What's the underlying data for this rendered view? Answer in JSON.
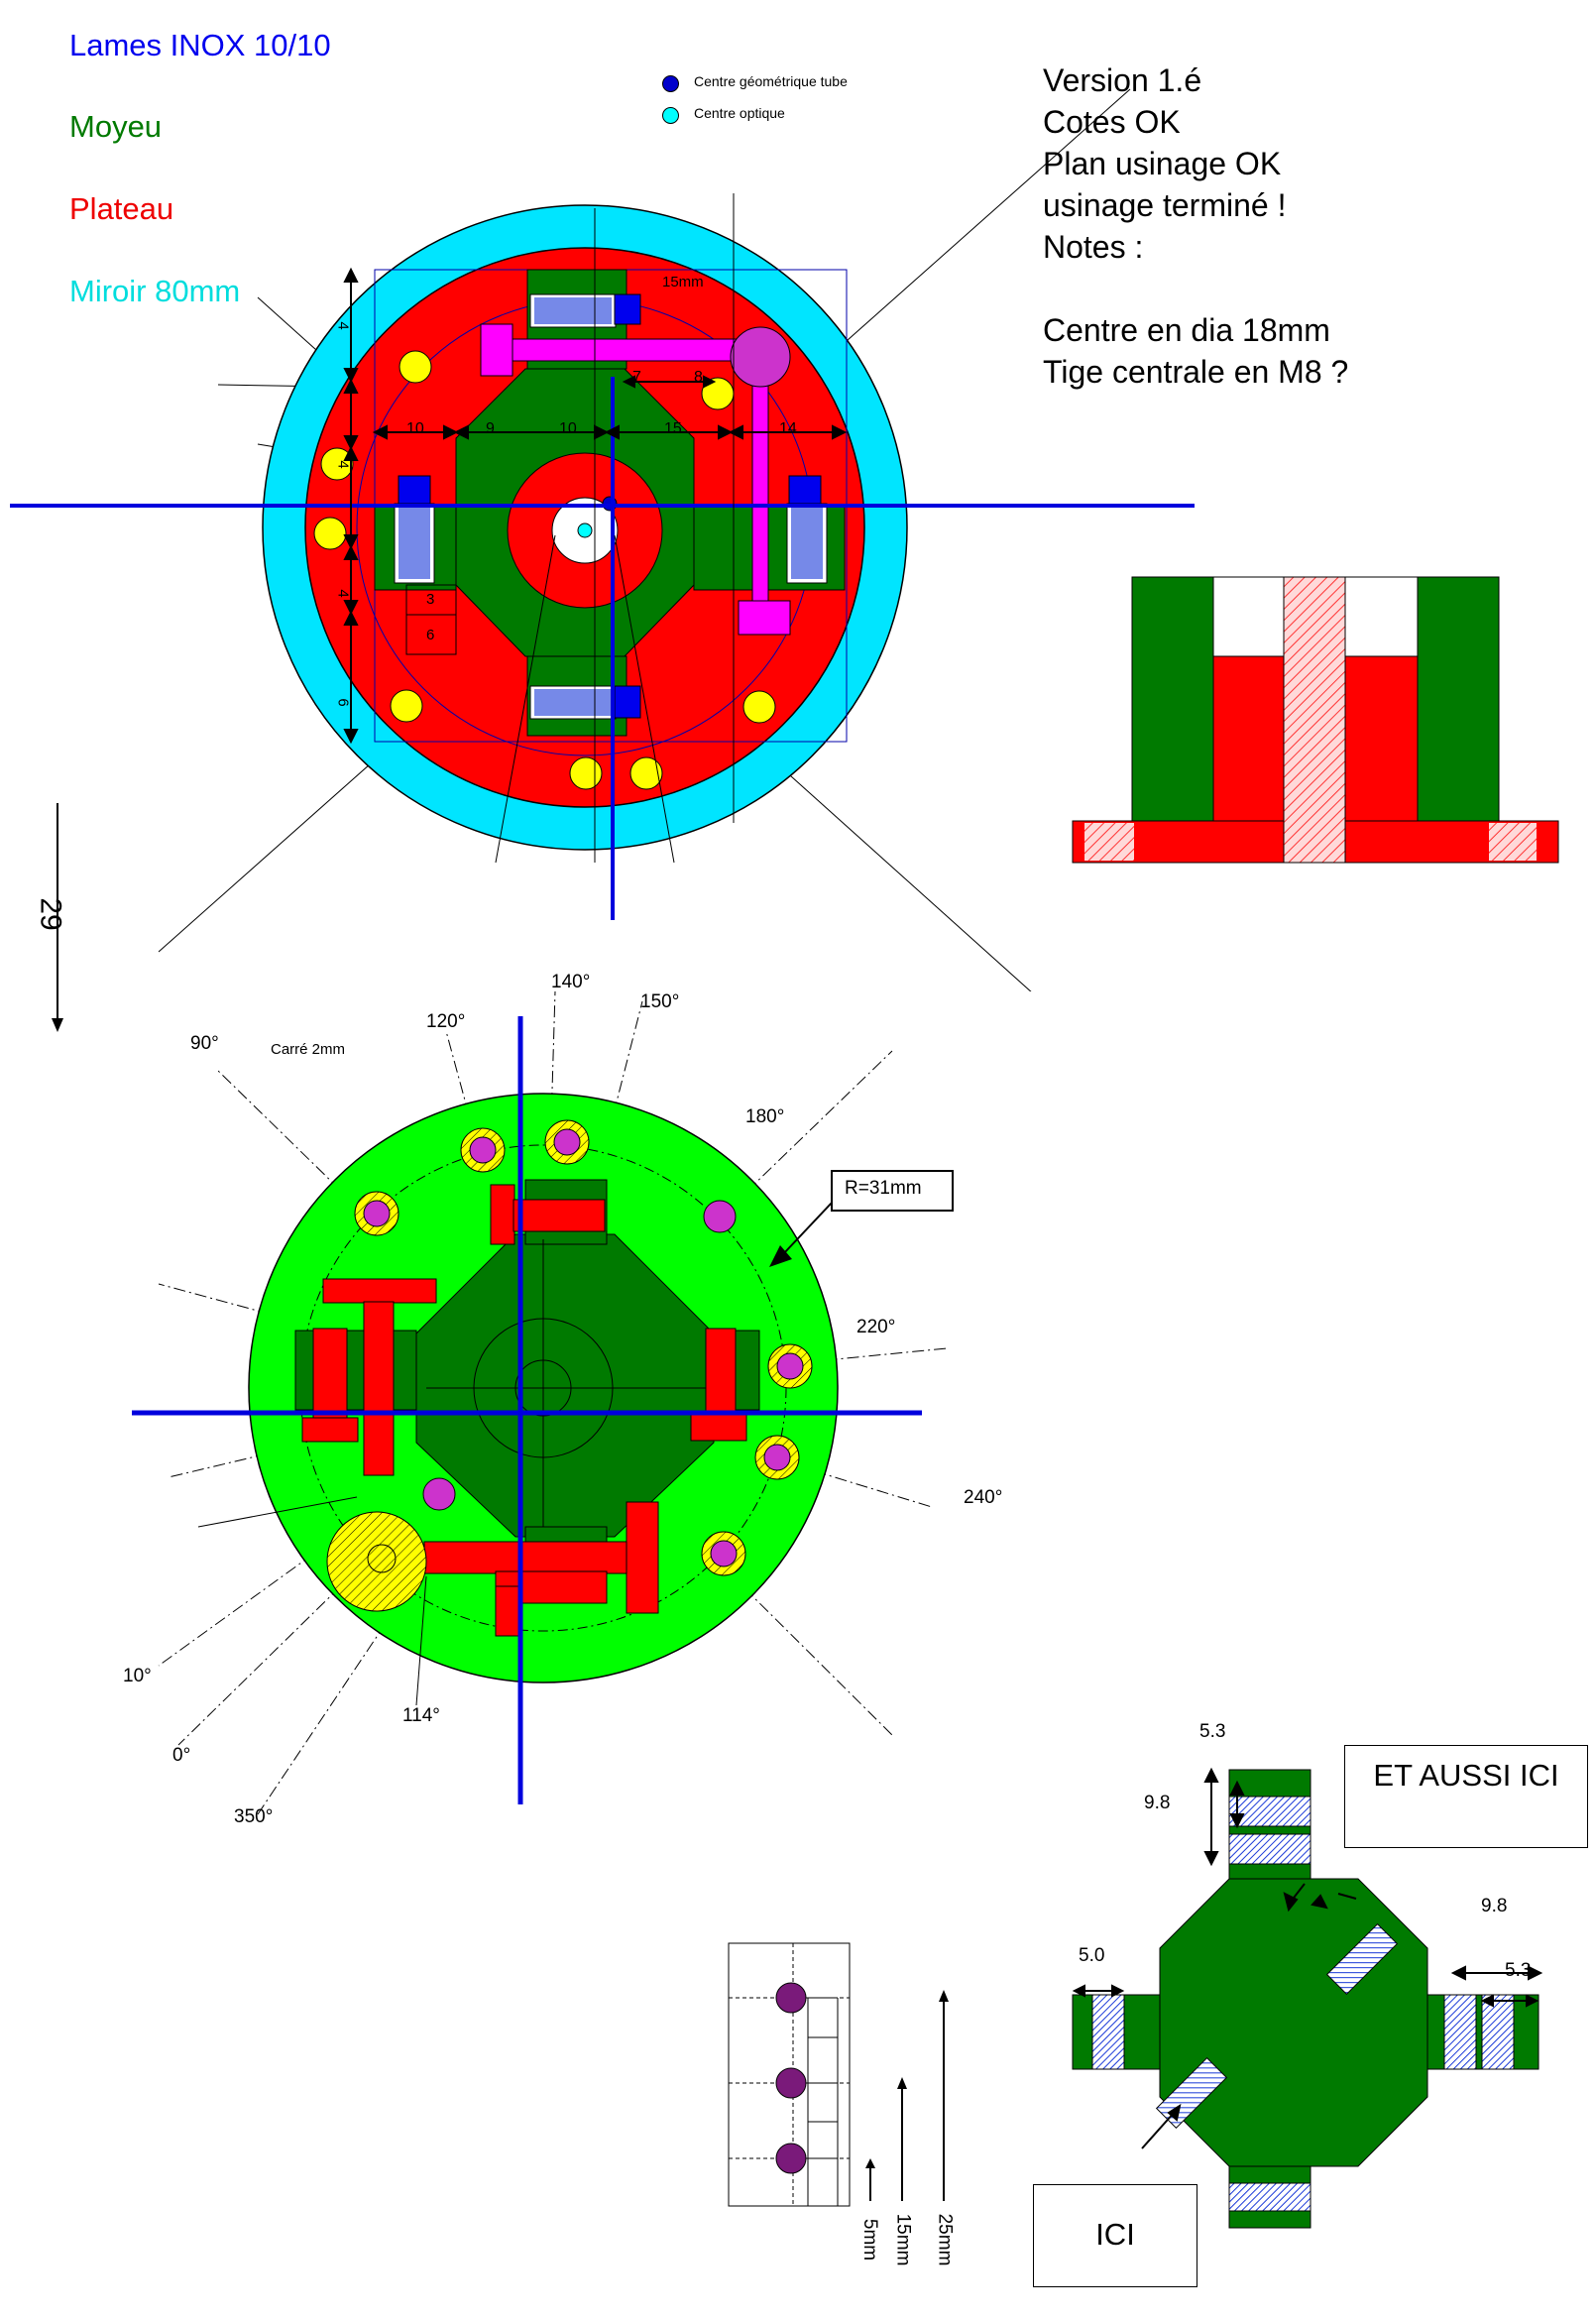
{
  "legend": [
    {
      "label": "Lames INOX 10/10",
      "color": "#0000ee"
    },
    {
      "label": "Moyeu",
      "color": "#007a00"
    },
    {
      "label": "Plateau",
      "color": "#ee0000"
    },
    {
      "label": "Miroir 80mm",
      "color": "#00dddd"
    }
  ],
  "center_legend": {
    "geometric": "Centre géométrique tube",
    "optical": "Centre optique"
  },
  "notes": {
    "line1": "Version 1.é",
    "line2": "Cotes OK",
    "line3": "Plan usinage OK",
    "line4": "usinage terminé !",
    "line5": "Notes :",
    "line6": "Centre en dia 18mm",
    "line7": "Tige centrale en M8 ?"
  },
  "top_dims": [
    "15mm",
    "7",
    "8",
    "10",
    "9",
    "10",
    "15",
    "14",
    "4",
    "4",
    "3",
    "6",
    "4",
    "6"
  ],
  "side_dim": "29",
  "bottom_view": {
    "carre_label": "Carré 2mm",
    "radius_label": "R=31mm",
    "angles": [
      "140°",
      "150°",
      "120°",
      "90°",
      "180°",
      "220°",
      "240°",
      "10°",
      "0°",
      "114°",
      "350°"
    ]
  },
  "scale": [
    "5mm",
    "15mm",
    "25mm"
  ],
  "hub_detail": {
    "dims": [
      "5.3",
      "9.8",
      "9.8",
      "5.3",
      "5.0"
    ],
    "callout_also": "ET AUSSI ICI",
    "callout_here": "ICI"
  },
  "colors": {
    "mirror": "#00e5ff",
    "plate": "#ff0000",
    "hub": "#007a00",
    "hub_dark": "#006400",
    "bottom_plate": "#00ff00",
    "blade": "#0000ff",
    "hole": "#ffff00",
    "magenta": "#ff00ff",
    "purple": "#8b008b"
  }
}
